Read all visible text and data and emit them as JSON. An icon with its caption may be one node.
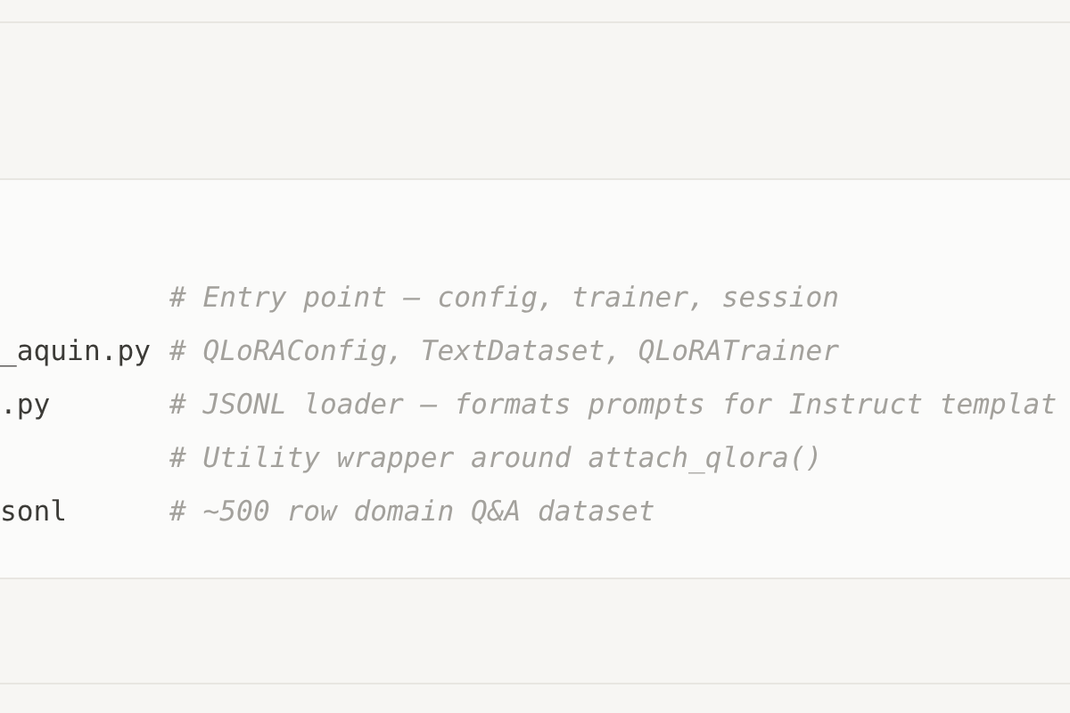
{
  "diagram": {
    "labels": [
      "# Entry point — config, trainer, session",
      "_aquin.py",
      "# QLoRAConfig, TextDataset, QLoRATrainer",
      ".py",
      "# JSONL loader — formats prompts for Instruct templat",
      "# Utility wrapper around attach_qlora()",
      "sonl",
      "# ~500 row domain Q&A dataset"
    ]
  }
}
